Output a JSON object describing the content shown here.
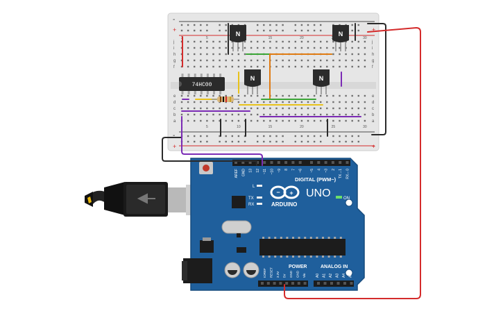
{
  "breadboard": {
    "rail_plus": "+",
    "rail_minus": "-",
    "row_letters_top": [
      "j",
      "i",
      "h",
      "g",
      "f"
    ],
    "row_letters_bottom": [
      "e",
      "d",
      "c",
      "b",
      "a"
    ],
    "col_numbers": [
      "1",
      "5",
      "10",
      "15",
      "20",
      "25",
      "30"
    ]
  },
  "chip_label": "74HC00",
  "transistors": [
    {
      "label": "N"
    },
    {
      "label": "N"
    },
    {
      "label": "N"
    },
    {
      "label": "N"
    }
  ],
  "arduino": {
    "model": "UNO",
    "brand": "ARDUINO",
    "digital_label": "DIGITAL (PWM~)",
    "analog_label": "ANALOG IN",
    "power_label": "POWER",
    "on_label": "ON",
    "led_l": "L",
    "led_tx": "TX",
    "led_rx": "RX",
    "digital_pins": [
      "AREF",
      "GND",
      "13",
      "12",
      "~11",
      "~10",
      "~9",
      "8",
      "7",
      "~6",
      "~5",
      "4",
      "~3",
      "2",
      "TX→1",
      "RX←0"
    ],
    "power_pins": [
      "IOREF",
      "RESET",
      "3.3V",
      "5V",
      "GND",
      "GND",
      "Vin"
    ],
    "analog_pins": [
      "A0",
      "A1",
      "A2",
      "A3",
      "A4",
      "A5"
    ]
  },
  "colors": {
    "board_blue": "#1f5f9c",
    "wire_red": "#d42b2b",
    "wire_black": "#2a2a2a",
    "wire_purple": "#7b2bb5",
    "wire_yellow": "#e8c21a",
    "wire_orange": "#e07b12",
    "wire_green": "#3aa536"
  }
}
